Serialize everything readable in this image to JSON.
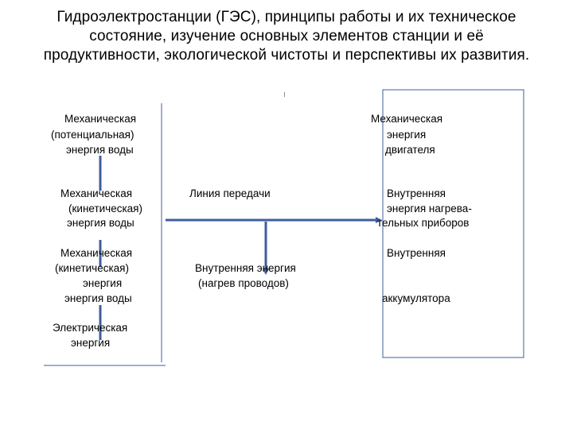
{
  "title": "Гидроэлектростанции (ГЭС), принципы работы и их техническое состояние, изучение основных элементов станции и её продуктивности, экологической чистоты и перспективы их развития.",
  "left": {
    "block1": [
      "Механическая",
      "(потенциальная)",
      "энергия воды"
    ],
    "block2": [
      "Механическая",
      "(кинетическая)",
      "энергия воды"
    ],
    "block3": [
      "Механическая",
      "(кинетическая)",
      "энергия",
      "энергия воды"
    ],
    "block4": [
      "Электрическая",
      "энергия"
    ]
  },
  "middle": {
    "line": "Линия передачи",
    "loss": [
      "Внутренняя энергия",
      "(нагрев проводов)"
    ]
  },
  "right": {
    "block1": [
      "Механическая",
      "энергия",
      "двигателя"
    ],
    "block2": [
      "Внутренняя",
      "энергия нагрева-",
      "тельных приборов"
    ],
    "block3": [
      "Внутренняя",
      "аккумулятора"
    ]
  },
  "colors": {
    "line": "#3f5e9c",
    "text": "#000000"
  }
}
